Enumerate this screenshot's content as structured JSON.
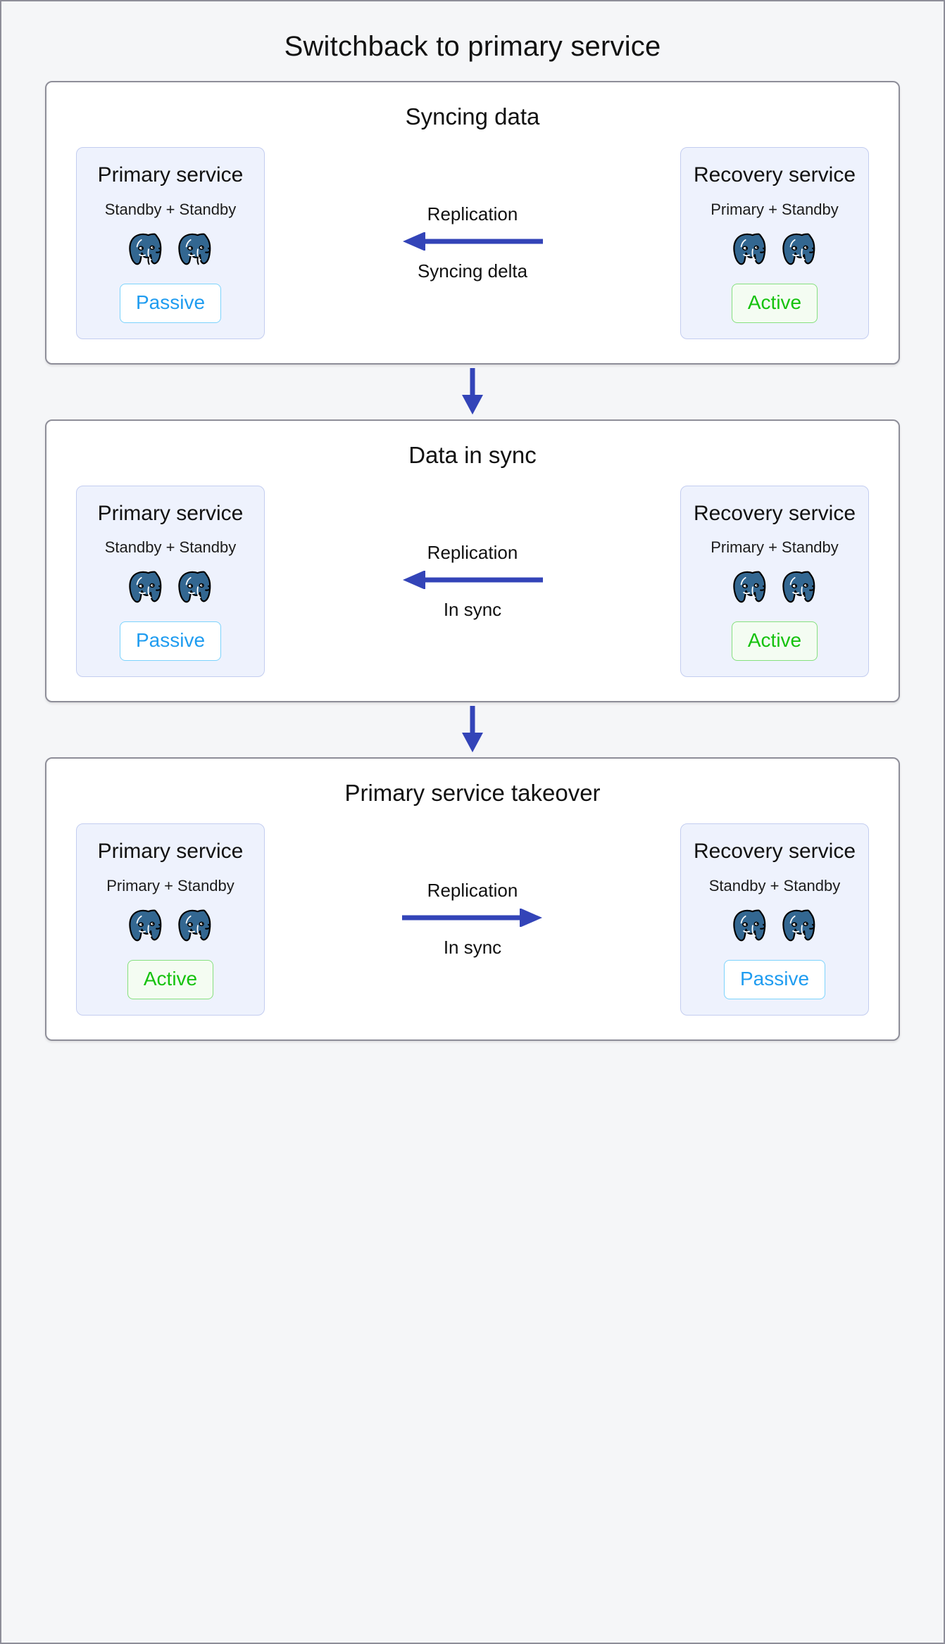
{
  "title": "Switchback to primary service",
  "colors": {
    "page_background": "#f5f6f8",
    "panel_border": "#8e8e99",
    "card_background": "#eef2fd",
    "card_border": "#c3cdf0",
    "arrow": "#3344b8",
    "active_text": "#16c20f",
    "active_border": "#86e07e",
    "passive_text": "#1f9cf0",
    "passive_border": "#7dd3fc",
    "postgres_logo": "#336791"
  },
  "icons": {
    "postgres": "postgres-elephant-icon",
    "arrow_left": "arrow-left-icon",
    "arrow_right": "arrow-right-icon",
    "arrow_down": "arrow-down-icon"
  },
  "panels": [
    {
      "id": "syncing-data",
      "title": "Syncing data",
      "left": {
        "name": "Primary service",
        "roles": "Standby + Standby",
        "nodes": 2,
        "status": "Passive",
        "status_kind": "passive"
      },
      "replication": {
        "label": "Replication",
        "sublabel": "Syncing delta",
        "direction": "left"
      },
      "right": {
        "name": "Recovery service",
        "roles": "Primary + Standby",
        "nodes": 2,
        "status": "Active",
        "status_kind": "active"
      }
    },
    {
      "id": "data-in-sync",
      "title": "Data in sync",
      "left": {
        "name": "Primary service",
        "roles": "Standby + Standby",
        "nodes": 2,
        "status": "Passive",
        "status_kind": "passive"
      },
      "replication": {
        "label": "Replication",
        "sublabel": "In sync",
        "direction": "left"
      },
      "right": {
        "name": "Recovery service",
        "roles": "Primary + Standby",
        "nodes": 2,
        "status": "Active",
        "status_kind": "active"
      }
    },
    {
      "id": "primary-service-takeover",
      "title": "Primary service takeover",
      "left": {
        "name": "Primary service",
        "roles": "Primary + Standby",
        "nodes": 2,
        "status": "Active",
        "status_kind": "active"
      },
      "replication": {
        "label": "Replication",
        "sublabel": "In sync",
        "direction": "right"
      },
      "right": {
        "name": "Recovery service",
        "roles": "Standby + Standby",
        "nodes": 2,
        "status": "Passive",
        "status_kind": "passive"
      }
    }
  ]
}
